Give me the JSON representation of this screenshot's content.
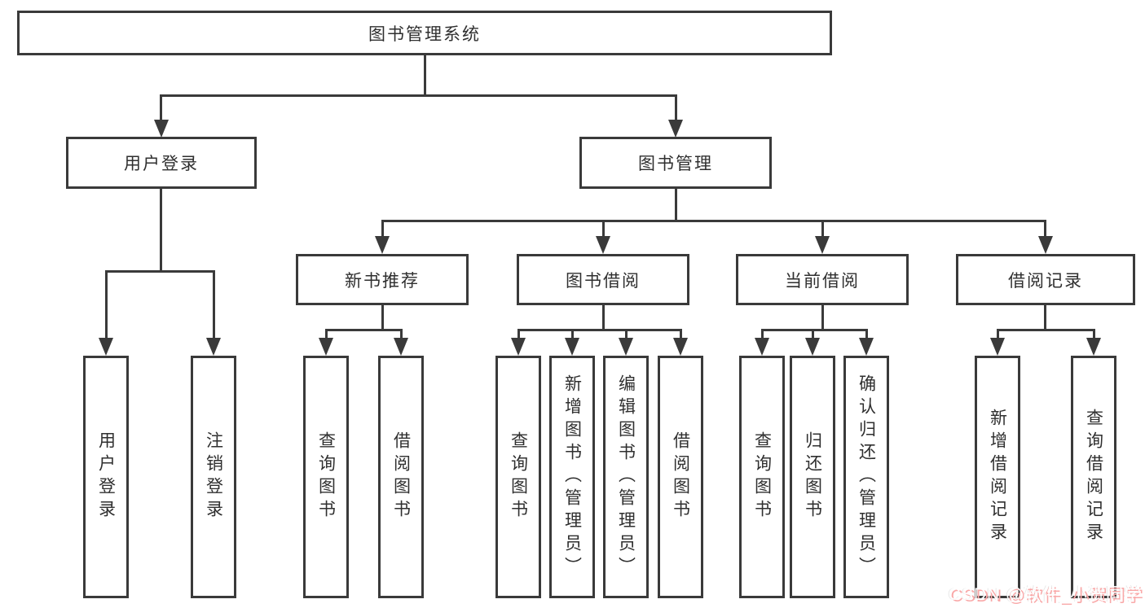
{
  "nodes": {
    "root": {
      "label": "图书管理系统"
    },
    "user_login": {
      "label": "用户登录"
    },
    "book_mgmt": {
      "label": "图书管理"
    },
    "new_books": {
      "label": "新书推荐"
    },
    "book_borrow": {
      "label": "图书借阅"
    },
    "current_borrow": {
      "label": "当前借阅"
    },
    "borrow_records": {
      "label": "借阅记录"
    },
    "leaves": [
      {
        "label": "用户登录"
      },
      {
        "label": "注销登录"
      },
      {
        "label": "查询图书"
      },
      {
        "label": "借阅图书"
      },
      {
        "label": "查询图书"
      },
      {
        "label": "新增图书（管理员）"
      },
      {
        "label": "编辑图书（管理员）"
      },
      {
        "label": "借阅图书"
      },
      {
        "label": "查询图书"
      },
      {
        "label": "归还图书"
      },
      {
        "label": "确认归还（管理员）"
      },
      {
        "label": "新增借阅记录"
      },
      {
        "label": "查询借阅记录"
      }
    ]
  },
  "watermark": {
    "text": "CSDN @软件_小贺同学"
  },
  "colors": {
    "line": "#3a3a3a",
    "text": "#2f2f2f",
    "box_fill": "#ffffff",
    "watermark_text": "#ffffff",
    "watermark_shadow": "#f9a8a8"
  }
}
